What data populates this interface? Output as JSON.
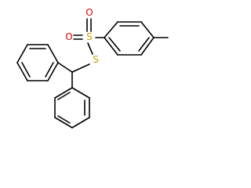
{
  "molecule": {
    "atoms": {
      "sulfonyl_sulfur": {
        "symbol": "S",
        "color": "#c8a000"
      },
      "thio_sulfur": {
        "symbol": "S",
        "color": "#c8a000"
      },
      "oxygen_top": {
        "symbol": "O",
        "color": "#e00000"
      },
      "oxygen_left": {
        "symbol": "O",
        "color": "#e00000"
      }
    },
    "bond_color": "#000000"
  }
}
